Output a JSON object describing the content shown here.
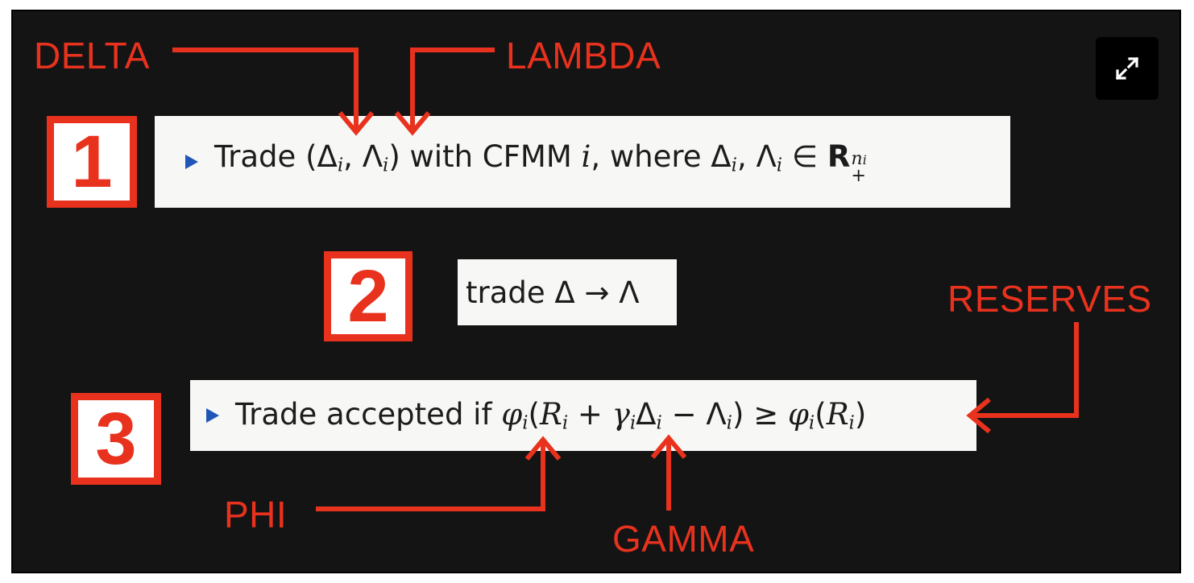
{
  "labels": {
    "delta": "DELTA",
    "lambda": "LAMBDA",
    "reserves": "RESERVES",
    "phi": "PHI",
    "gamma": "GAMMA"
  },
  "steps": {
    "one": "1",
    "two": "2",
    "three": "3"
  },
  "formula1": {
    "text_trade": "Trade ",
    "open": "(",
    "delta": "Δ",
    "i": "i",
    "comma": ", ",
    "lambda": "Λ",
    "close": ")",
    "text_with": " with CFMM ",
    "i_var": "i",
    "text_where": ", where ",
    "comma2": ", ",
    "elem": " ∈ ",
    "reals": "R",
    "sup": "n",
    "sup_sub": "i",
    "plus": "+"
  },
  "formula2": {
    "text": "trade Δ → Λ"
  },
  "formula3": {
    "text_accepted": "Trade accepted if ",
    "phi": "φ",
    "i": "i",
    "open": "(",
    "R": "R",
    "plus": " + ",
    "gamma": "γ",
    "delta": "Δ",
    "minus": " − ",
    "lambda": "Λ",
    "close": ")",
    "geq": " ≥ "
  },
  "colors": {
    "annotation": "#e8321e",
    "bullet": "#2056b8",
    "background": "#141414"
  },
  "icons": {
    "expand": "expand-icon"
  }
}
